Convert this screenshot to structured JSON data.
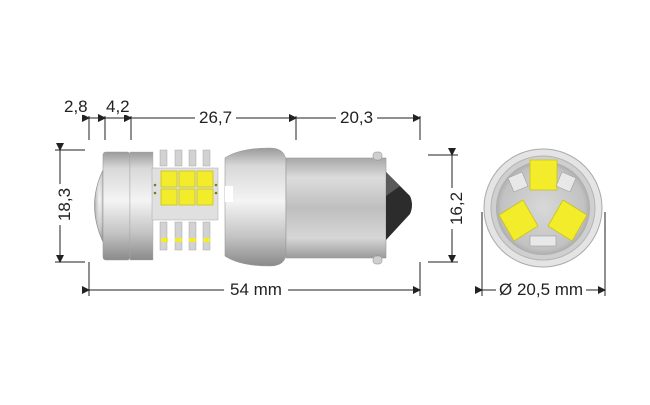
{
  "drawing": {
    "subject": "LED bulb dimension drawing",
    "colors": {
      "line": "#222222",
      "metal_light": "#e6e6e6",
      "metal_mid": "#bdbdbd",
      "metal_dark": "#8c8c8c",
      "led_yellow": "#f2ec2a",
      "led_edge": "#c9c21a",
      "tip_dark": "#2c2c2c",
      "background": "#ffffff"
    },
    "dimensions": {
      "top": [
        {
          "id": "lens",
          "label": "2,8"
        },
        {
          "id": "collar",
          "label": "4,2"
        },
        {
          "id": "led_body",
          "label": "26,7"
        },
        {
          "id": "base",
          "label": "20,3"
        }
      ],
      "left_height": {
        "label": "18,3"
      },
      "right_height": {
        "label": "16,2"
      },
      "total_length": {
        "label": "54 mm"
      },
      "diameter": {
        "label": "Ø 20,5 mm"
      }
    }
  }
}
